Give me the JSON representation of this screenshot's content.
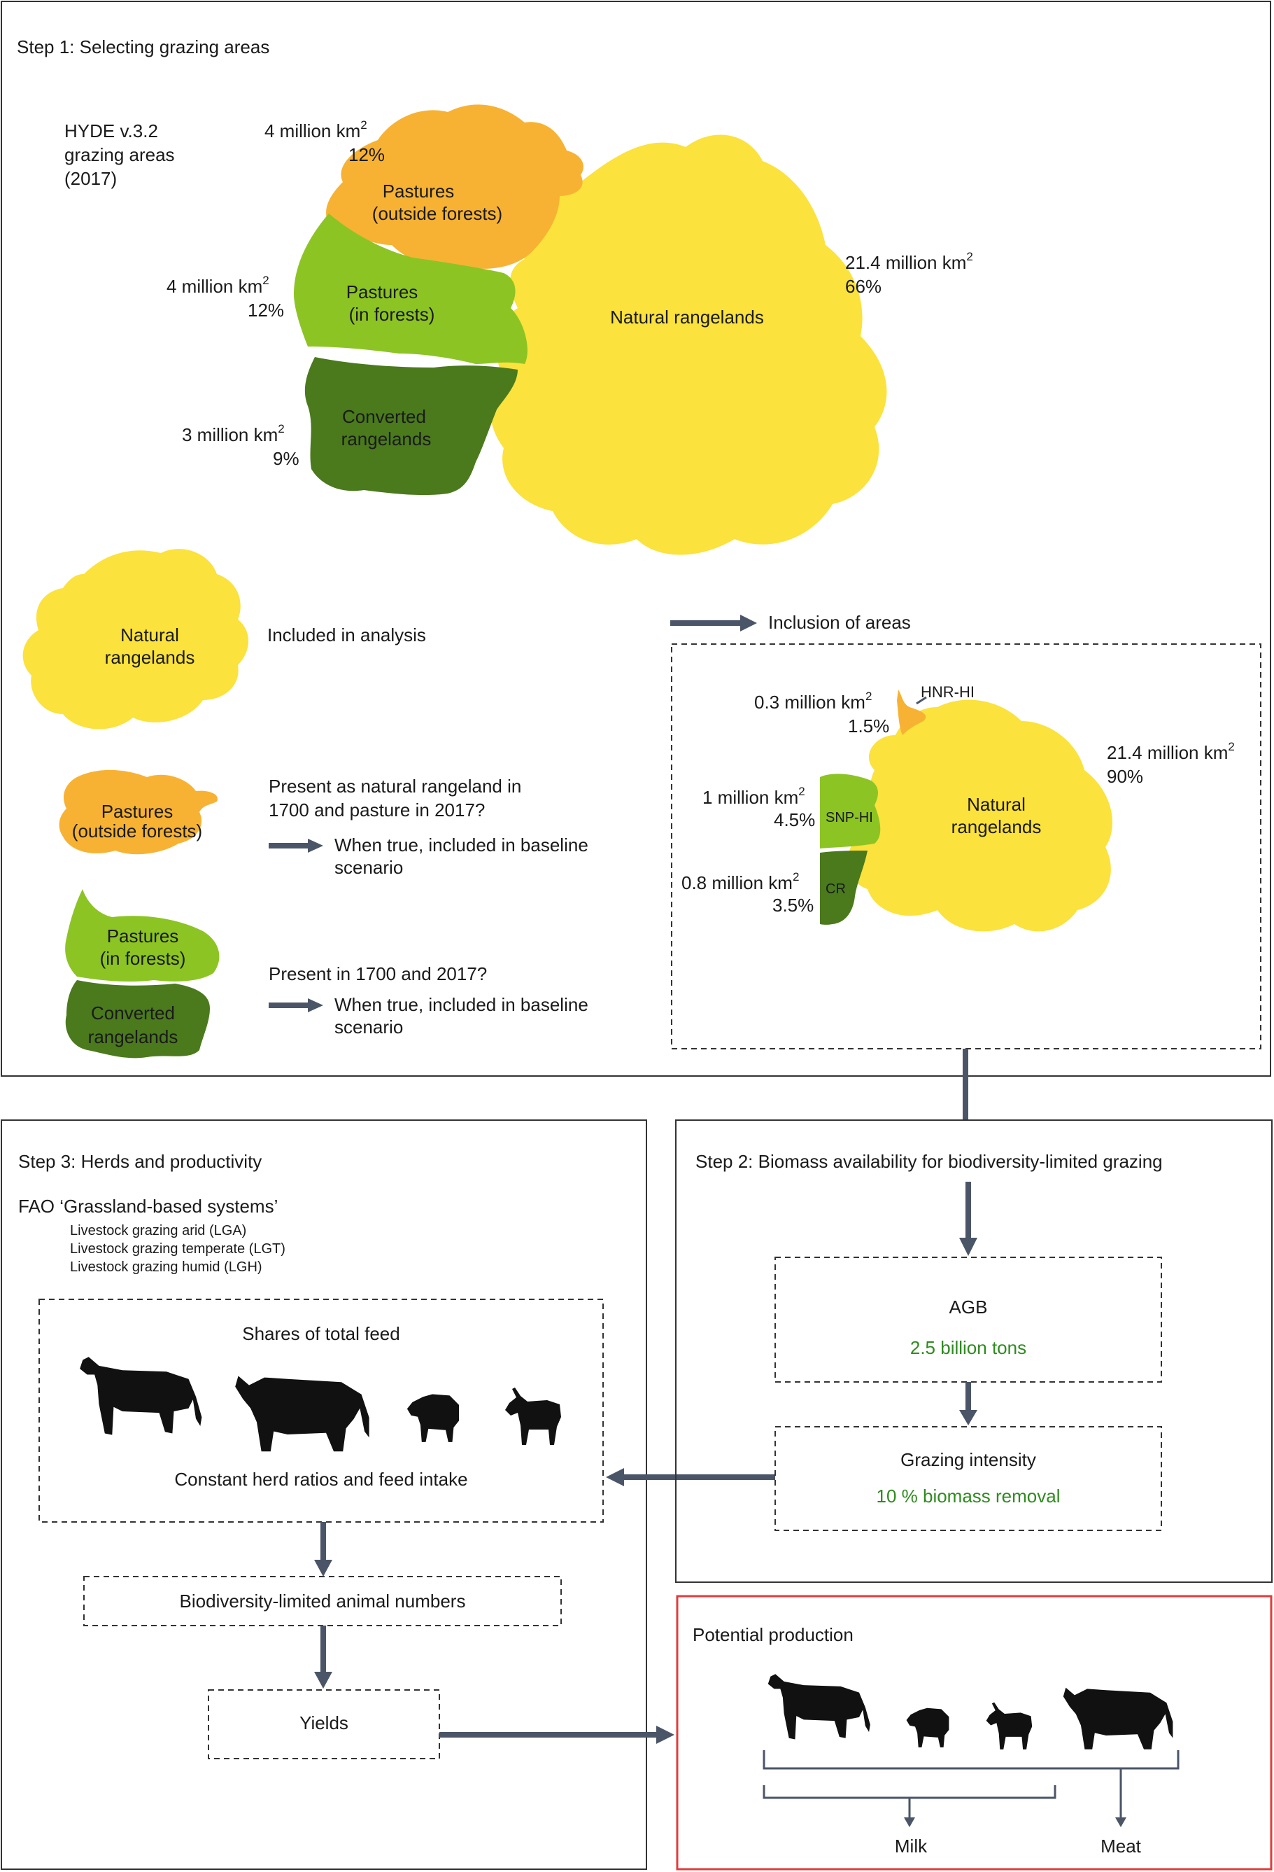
{
  "colors": {
    "pasture_outside": "#f7b233",
    "pasture_forest": "#8cc424",
    "converted": "#4a7a1c",
    "natural": "#fbe23c",
    "arrow": "#4a5568",
    "accent_green": "#2e8b1e",
    "red_box": "#e33b3b"
  },
  "step1": {
    "title": "Step 1: Selecting grazing areas",
    "hyde": [
      "HYDE v.3.2",
      "grazing areas",
      "(2017)"
    ],
    "pasture_outside": {
      "label": [
        "Pastures",
        "(outside forests)"
      ],
      "area": "4 million km",
      "share": "12%"
    },
    "pasture_forest": {
      "label": [
        "Pastures",
        "(in forests)"
      ],
      "area": "4 million km",
      "share": "12%"
    },
    "converted": {
      "label": [
        "Converted",
        "rangelands"
      ],
      "area": "3 million km",
      "share": "9%"
    },
    "natural": {
      "label": "Natural rangelands",
      "area": "21.4 million km",
      "share": "66%"
    },
    "squared": "2",
    "legend": {
      "natural_label": [
        "Natural",
        "rangelands"
      ],
      "included": "Included in analysis",
      "pasture_outside_label": [
        "Pastures",
        "(outside forests)"
      ],
      "q1": [
        "Present as natural rangeland in",
        "1700 and pasture in 2017?"
      ],
      "a1": [
        "When true, included in baseline",
        "scenario"
      ],
      "pasture_forest_label": [
        "Pastures",
        "(in forests)"
      ],
      "converted_label": [
        "Converted",
        "rangelands"
      ],
      "q2": "Present in 1700 and 2017?",
      "a2": [
        "When true, included in baseline",
        "scenario"
      ]
    },
    "inclusion": {
      "title": "Inclusion of areas",
      "hnr": {
        "tag": "HNR-HI",
        "area": "0.3 million km",
        "share": "1.5%"
      },
      "snp": {
        "tag": "SNP-HI",
        "area": "1 million km",
        "share": "4.5%"
      },
      "cr": {
        "tag": "CR",
        "area": "0.8 million km",
        "share": "3.5%"
      },
      "natural": {
        "label": [
          "Natural",
          "rangelands"
        ],
        "area": "21.4 million km",
        "share": "90%"
      }
    }
  },
  "step2": {
    "title": "Step 2: Biomass availability for biodiversity-limited grazing",
    "agb_label": "AGB",
    "agb_value": "2.5 billion tons",
    "intensity_label": "Grazing intensity",
    "intensity_value": "10 % biomass removal"
  },
  "step3": {
    "title": "Step 3: Herds and productivity",
    "fao": "FAO ‘Grassland-based systems’",
    "systems": [
      "Livestock grazing arid (LGA)",
      "Livestock grazing temperate (LGT)",
      "Livestock grazing humid (LGH)"
    ],
    "shares": "Shares of total feed",
    "ratios": "Constant herd ratios and feed intake",
    "animal_numbers": "Biodiversity-limited animal numbers",
    "yields": "Yields"
  },
  "production": {
    "title": "Potential production",
    "milk": "Milk",
    "meat": "Meat"
  },
  "icons": [
    "cow-icon",
    "bull-icon",
    "sheep-icon",
    "goat-icon"
  ]
}
